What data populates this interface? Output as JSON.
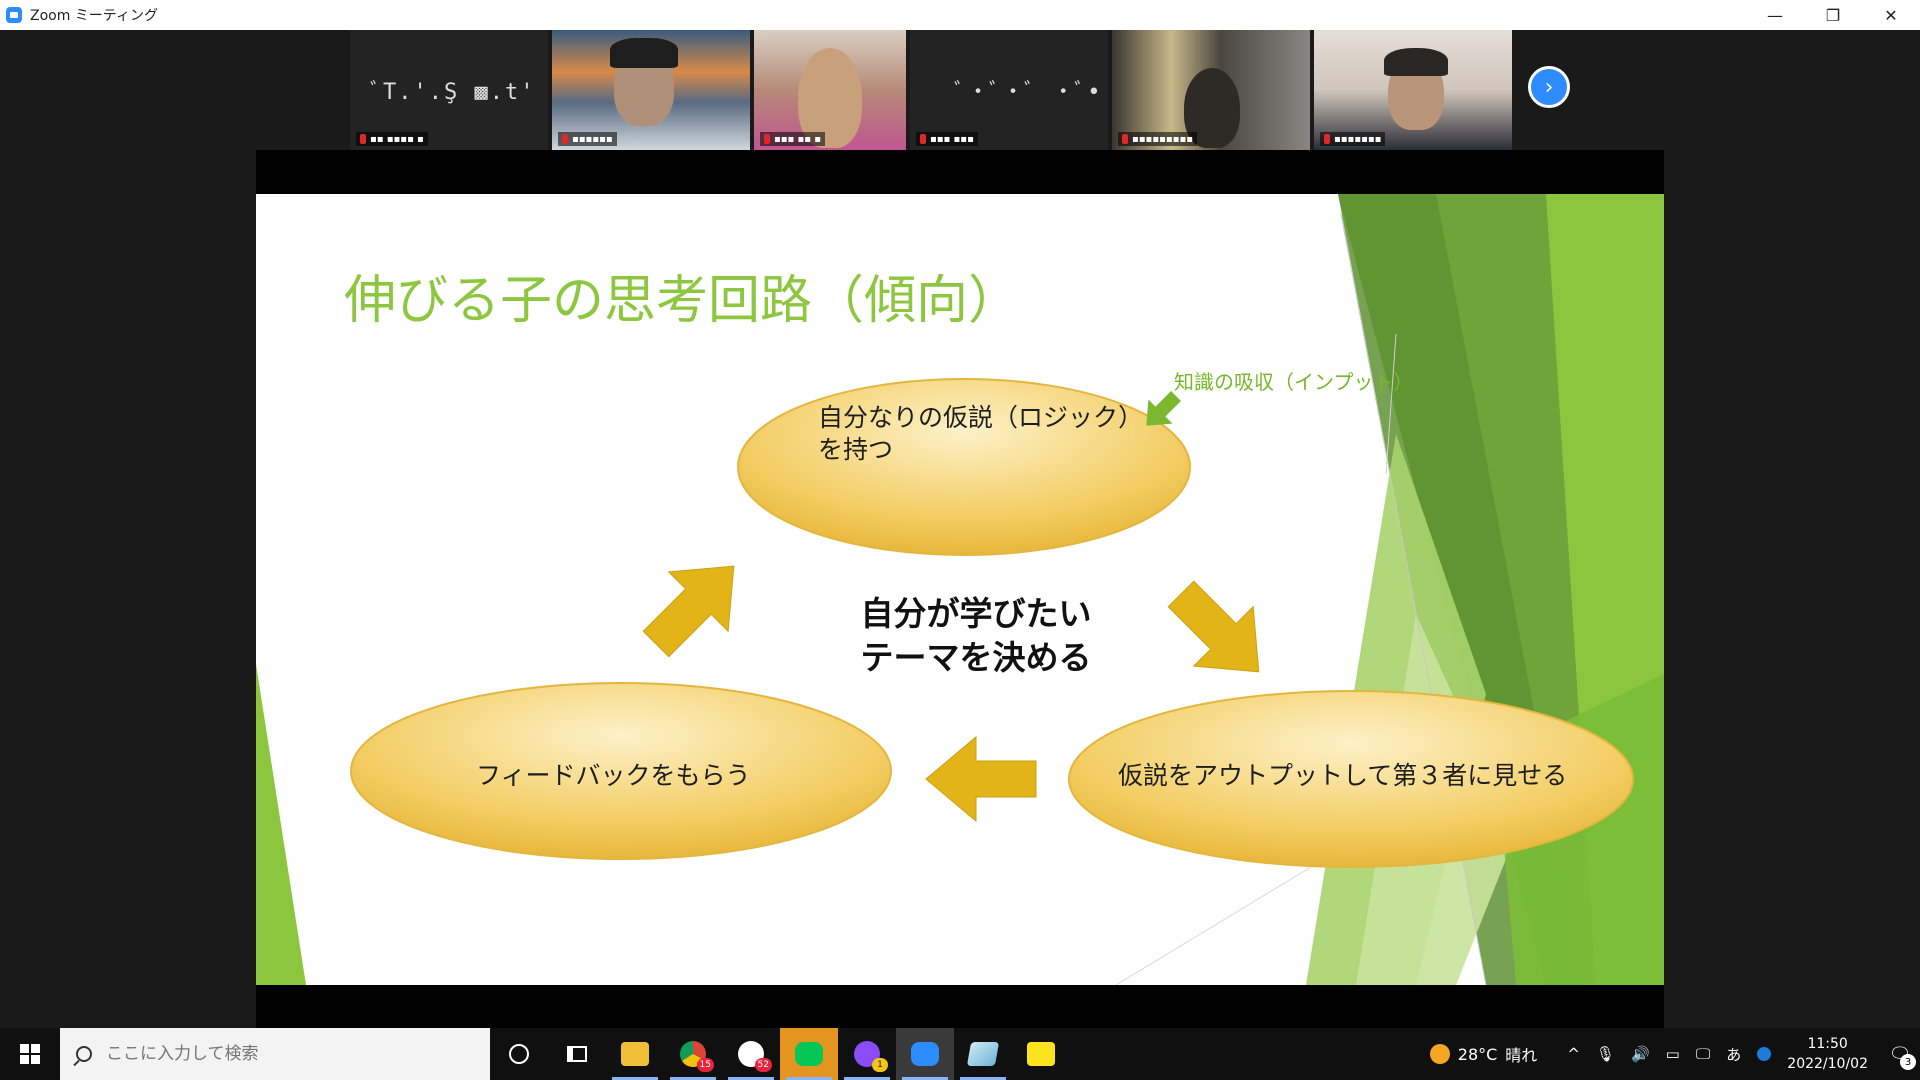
{
  "window": {
    "title": "Zoom ミーティング",
    "minimize": "—",
    "restore": "❐",
    "close": "✕"
  },
  "participants": [
    {
      "name": "ﾞT.'.Ş  ▩.t'",
      "label": "▪▪ ▪▪▪▪  ▪",
      "video": false
    },
    {
      "name": "",
      "label": "▪▪▪▪▪▪",
      "video": true
    },
    {
      "name": "",
      "label": "▪▪▪  ▪▪ ▪",
      "video": true
    },
    {
      "name": "ﾞ•ﾞ•ﾞ  •ﾞ•",
      "label": "▪▪▪  ▪▪▪",
      "video": false
    },
    {
      "name": "",
      "label": "▪▪▪▪▪▪▪▪▪",
      "video": true
    },
    {
      "name": "",
      "label": "▪▪▪▪▪▪▪",
      "video": true
    }
  ],
  "strip": {
    "next_icon": "›"
  },
  "slide": {
    "title": "伸びる子の思考回路（傾向）",
    "annotation": "知識の吸収（インプット）",
    "bubbles": {
      "top": [
        "自分なりの仮説（ロジック）",
        "を持つ"
      ],
      "right": "仮説をアウトプットして第３者に見せる",
      "left": "フィードバックをもらう"
    },
    "center": [
      "自分が学びたい",
      "テーマを決める"
    ],
    "colors": {
      "title_green": "#8dc63f",
      "bubble_gold": "#f0c24a",
      "arrow_gold": "#e2b417"
    }
  },
  "taskbar": {
    "search_placeholder": "ここに入力して検索",
    "badges": {
      "slack": "52",
      "messenger": "1",
      "chrome": "15"
    },
    "weather": {
      "temp": "28°C",
      "condition": "晴れ"
    },
    "ime": "あ",
    "time": "11:50",
    "date": "2022/10/02",
    "notifications": "3",
    "tray_up": "^"
  }
}
